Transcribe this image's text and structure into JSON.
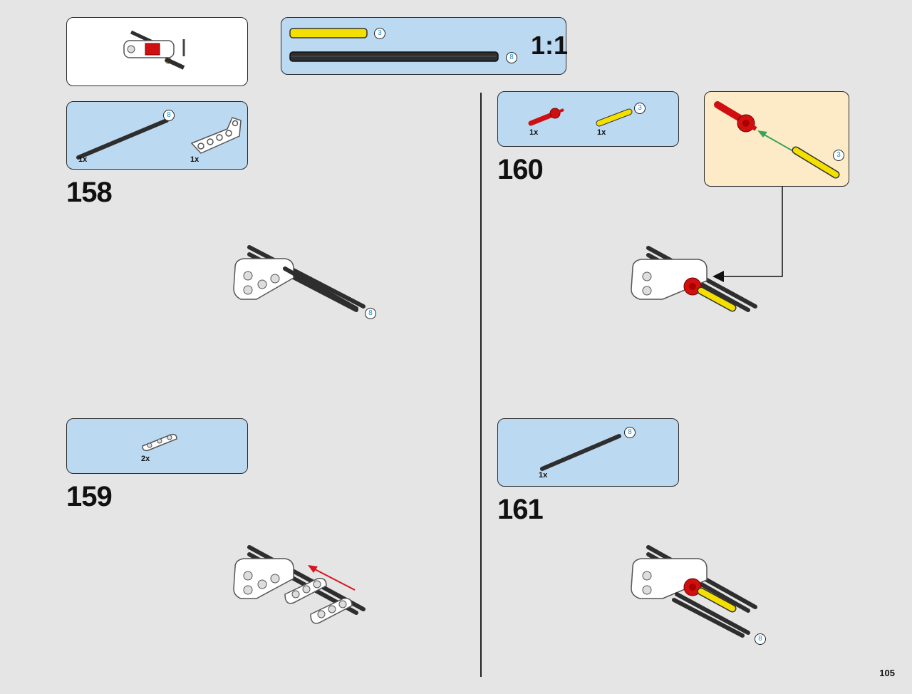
{
  "page_number": "105",
  "scale_box": {
    "label": "1:1",
    "parts": [
      {
        "name": "yellow-axle",
        "length_badge": "3"
      },
      {
        "name": "black-axle",
        "length_badge": "8"
      }
    ]
  },
  "steps": [
    {
      "number": "158",
      "parts": [
        {
          "icon": "black-axle-icon",
          "qty": "1x",
          "length_badge": "8"
        },
        {
          "icon": "beam-icon",
          "qty": "1x"
        }
      ],
      "assembly_badge": "8"
    },
    {
      "number": "159",
      "parts": [
        {
          "icon": "thin-beam-icon",
          "qty": "2x"
        }
      ]
    },
    {
      "number": "160",
      "parts": [
        {
          "icon": "red-pin-icon",
          "qty": "1x"
        },
        {
          "icon": "yellow-axle-icon",
          "qty": "1x",
          "length_badge": "3"
        }
      ],
      "callout_badge": "3"
    },
    {
      "number": "161",
      "parts": [
        {
          "icon": "black-axle-icon",
          "qty": "1x",
          "length_badge": "8"
        }
      ],
      "assembly_badge": "8"
    }
  ],
  "colors": {
    "parts_box": "#bcd9f2",
    "callout_box": "#fdebc8",
    "background": "#e5e5e5",
    "axle_black": "#2e2e2e",
    "axle_yellow": "#f4e000",
    "pin_red": "#d01010",
    "arrow_red": "#d8141c",
    "arrow_green": "#3aa35a"
  }
}
